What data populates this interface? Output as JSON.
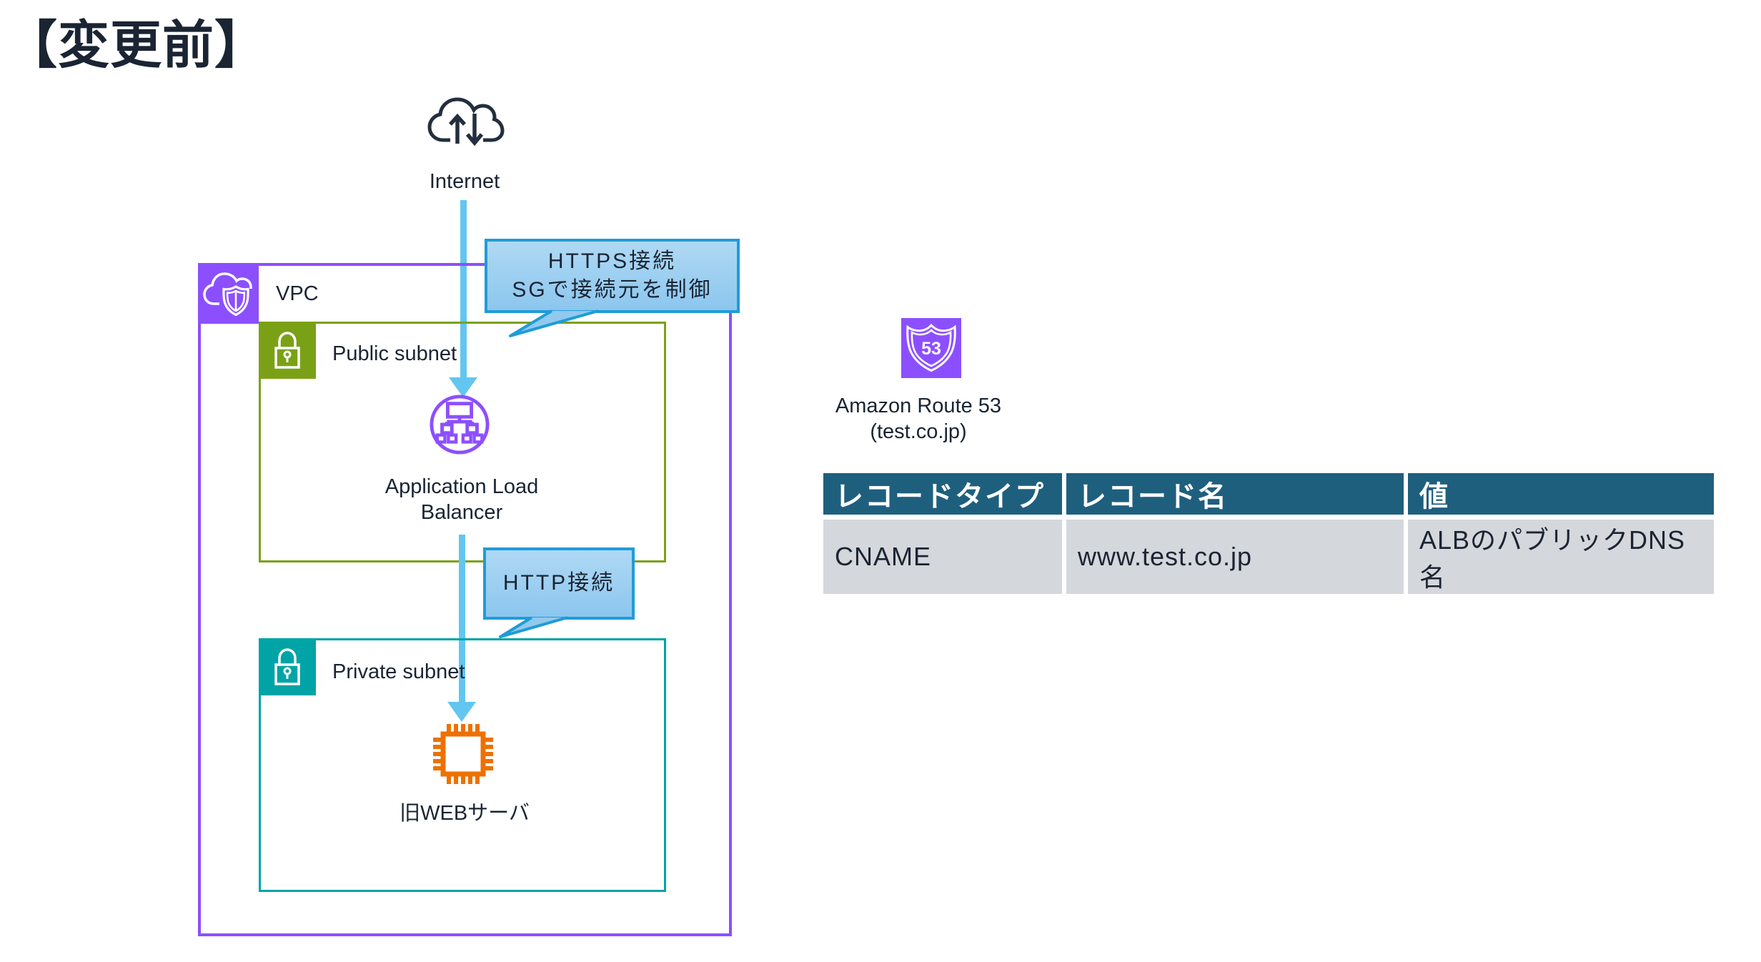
{
  "title": "【変更前】",
  "colors": {
    "ink_navy": "#1A2433",
    "aws_purple": "#8C4FFF",
    "subnet_green": "#7AA116",
    "subnet_teal": "#00A4A6",
    "server_orange": "#ED7100",
    "arrow_blue": "#63C6F0",
    "callout_border": "#1F9CD8",
    "callout_fill_top": "#AFD9F4",
    "callout_fill_bottom": "#8CC6EE",
    "table_header_bg": "#1F5F7E",
    "table_row_bg": "#D4D7DB"
  },
  "diagram": {
    "internet": {
      "label": "Internet"
    },
    "vpc": {
      "label": "VPC"
    },
    "public_subnet": {
      "label": "Public subnet"
    },
    "alb": {
      "line1": "Application Load",
      "line2": "Balancer"
    },
    "https_callout": {
      "line1": "HTTPS接続",
      "line2": "SGで接続元を制御"
    },
    "http_callout": {
      "line1": "HTTP接続"
    },
    "private_subnet": {
      "label": "Private subnet"
    },
    "old_web_server": {
      "label": "旧WEBサーバ"
    },
    "route53": {
      "line1": "Amazon Route 53",
      "line2": "(test.co.jp)",
      "badge": "53"
    }
  },
  "table": {
    "headers": [
      "レコードタイプ",
      "レコード名",
      "値"
    ],
    "rows": [
      [
        "CNAME",
        "www.test.co.jp",
        "ALBのパブリックDNS名"
      ]
    ]
  }
}
